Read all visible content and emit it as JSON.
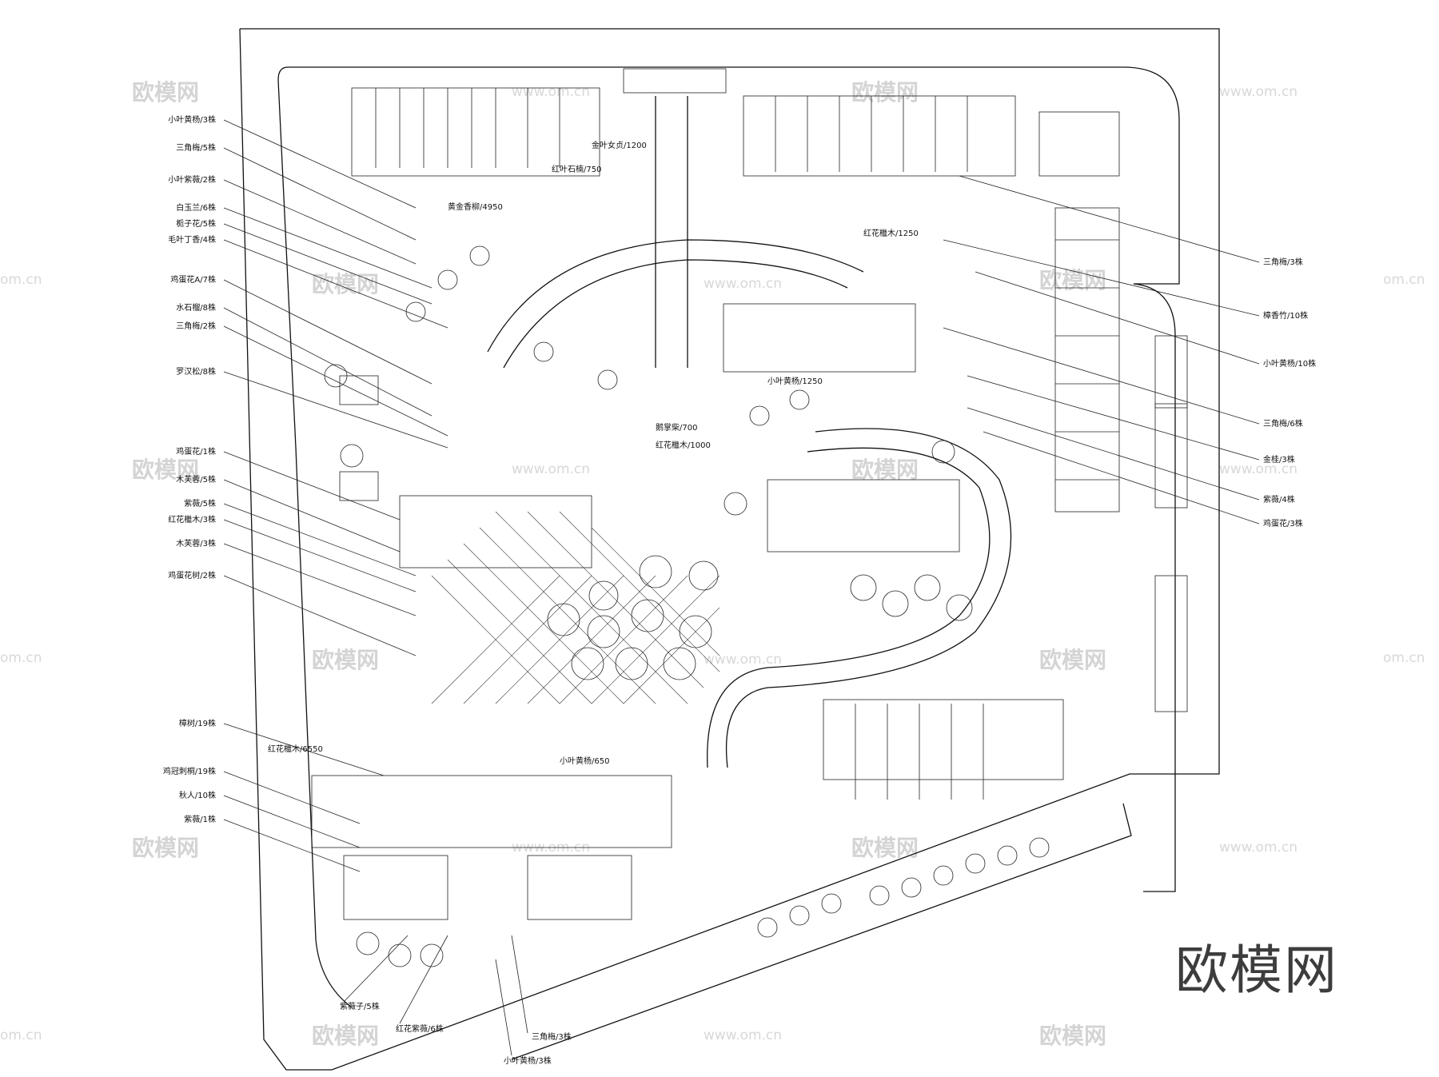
{
  "watermark": {
    "brand": "欧模网",
    "url": "www.om.cn",
    "url_short": "om.cn"
  },
  "callouts_left": [
    "小叶黄杨/3株",
    "三角梅/5株",
    "小叶紫薇/2株",
    "白玉兰/6株",
    "栀子花/5株",
    "毛叶丁香/4株",
    "鸡蛋花A/7株",
    "水石榴/8株",
    "三角梅/2株",
    "罗汉松/8株",
    "鸡蛋花/1株",
    "木芙蓉/5株",
    "紫薇/5株",
    "红花檵木/3株",
    "木芙蓉/3株",
    "鸡蛋花树/2株",
    "樟树/19株",
    "鸡冠刺桐/19株",
    "秋人/10株",
    "紫薇/1株"
  ],
  "callouts_right": [
    "三角梅/3株",
    "樟香竹/10株",
    "小叶黄杨/10株",
    "三角梅/6株",
    "金桂/3株",
    "紫薇/4株",
    "鸡蛋花/3株"
  ],
  "callouts_bottom": [
    "紫薇子/5株",
    "红花紫薇/6株",
    "三角梅/3株",
    "小叶黄杨/3株"
  ],
  "plan_labels": [
    "黄金香柳/4950",
    "红叶石楠/750",
    "红花檵木/1250",
    "金叶女贞/1200",
    "小叶黄杨/1250",
    "鹅掌柴/700",
    "红花檵木/1000",
    "小叶黄杨/650",
    "红花檵木/6550"
  ]
}
